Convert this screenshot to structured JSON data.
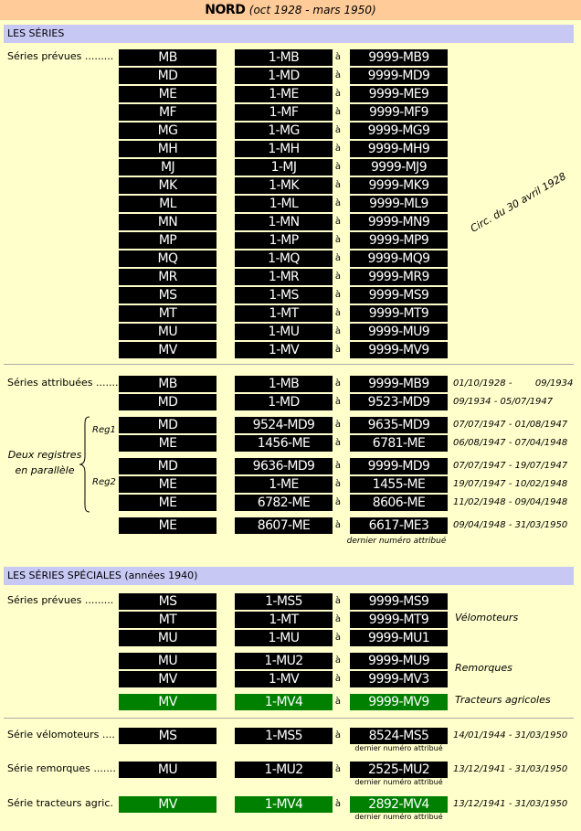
{
  "title": {
    "main": "NORD",
    "sub": "(oct 1928 - mars 1950)"
  },
  "sections": {
    "series": "LES SÉRIES",
    "speciales": "LES SÉRIES SPÉCIALES (années 1940)"
  },
  "a_word": "à",
  "prevues": {
    "label": "Séries prévues .........",
    "rows": [
      [
        "MB",
        "1-MB",
        "9999-MB9"
      ],
      [
        "MD",
        "1-MD",
        "9999-MD9"
      ],
      [
        "ME",
        "1-ME",
        "9999-ME9"
      ],
      [
        "MF",
        "1-MF",
        "9999-MF9"
      ],
      [
        "MG",
        "1-MG",
        "9999-MG9"
      ],
      [
        "MH",
        "1-MH",
        "9999-MH9"
      ],
      [
        "MJ",
        "1-MJ",
        "9999-MJ9"
      ],
      [
        "MK",
        "1-MK",
        "9999-MK9"
      ],
      [
        "ML",
        "1-ML",
        "9999-ML9"
      ],
      [
        "MN",
        "1-MN",
        "9999-MN9"
      ],
      [
        "MP",
        "1-MP",
        "9999-MP9"
      ],
      [
        "MQ",
        "1-MQ",
        "9999-MQ9"
      ],
      [
        "MR",
        "1-MR",
        "9999-MR9"
      ],
      [
        "MS",
        "1-MS",
        "9999-MS9"
      ],
      [
        "MT",
        "1-MT",
        "9999-MT9"
      ],
      [
        "MU",
        "1-MU",
        "9999-MU9"
      ],
      [
        "MV",
        "1-MV",
        "9999-MV9"
      ]
    ],
    "circ": "Circ. du 30 avril 1928"
  },
  "attribuees": {
    "label": "Séries attribuées .......",
    "rows": [
      {
        "s": "MB",
        "from": "1-MB",
        "to": "9999-MB9",
        "date": "01/10/1928 -        09/1934"
      },
      {
        "s": "MD",
        "from": "1-MD",
        "to": "9523-MD9",
        "date": "09/1934 - 05/07/1947"
      },
      {
        "s": "MD",
        "from": "9524-MD9",
        "to": "9635-MD9",
        "date": "07/07/1947 - 01/08/1947"
      },
      {
        "s": "ME",
        "from": "1456-ME",
        "to": "6781-ME",
        "date": "06/08/1947 - 07/04/1948"
      },
      {
        "s": "MD",
        "from": "9636-MD9",
        "to": "9999-MD9",
        "date": "07/07/1947 - 19/07/1947"
      },
      {
        "s": "ME",
        "from": "1-ME",
        "to": "1455-ME",
        "date": "19/07/1947 - 10/02/1948"
      },
      {
        "s": "ME",
        "from": "6782-ME",
        "to": "8606-ME",
        "date": "11/02/1948 - 09/04/1948"
      },
      {
        "s": "ME",
        "from": "8607-ME",
        "to": "6617-ME3",
        "date": "09/04/1948 - 31/03/1950"
      }
    ],
    "reg1": "Reg1",
    "reg2": "Reg2",
    "deux1": "Deux registres",
    "deux2": "en parallèle",
    "dernier": "dernier numéro attribué"
  },
  "speciales_prevues": {
    "label": "Séries prévues .........",
    "rows": [
      {
        "s": "MS",
        "from": "1-MS5",
        "to": "9999-MS9",
        "green": false
      },
      {
        "s": "MT",
        "from": "1-MT",
        "to": "9999-MT9",
        "green": false
      },
      {
        "s": "MU",
        "from": "1-MU",
        "to": "9999-MU1",
        "green": false
      },
      {
        "s": "MU",
        "from": "1-MU2",
        "to": "9999-MU9",
        "green": false
      },
      {
        "s": "MV",
        "from": "1-MV",
        "to": "9999-MV3",
        "green": false
      },
      {
        "s": "MV",
        "from": "1-MV4",
        "to": "9999-MV9",
        "green": true
      }
    ],
    "velo": "Vélomoteurs",
    "remorques": "Remorques",
    "tracteurs": "Tracteurs agricoles"
  },
  "serie_velo": {
    "label": "Série vélomoteurs ....",
    "s": "MS",
    "from": "1-MS5",
    "to": "8524-MS5",
    "date": "14/01/1944 - 31/03/1950",
    "dernier": "dernier numéro attribué"
  },
  "serie_rem": {
    "label": "Série remorques .......",
    "s": "MU",
    "from": "1-MU2",
    "to": "2525-MU2",
    "date": "13/12/1941 - 31/03/1950",
    "dernier": "dernier numéro attribué"
  },
  "serie_trac": {
    "label": "Série tracteurs agric.",
    "s": "MV",
    "from": "1-MV4",
    "to": "2892-MV4",
    "date": "13/12/1941 - 31/03/1950",
    "dernier": "dernier numéro attribué"
  }
}
